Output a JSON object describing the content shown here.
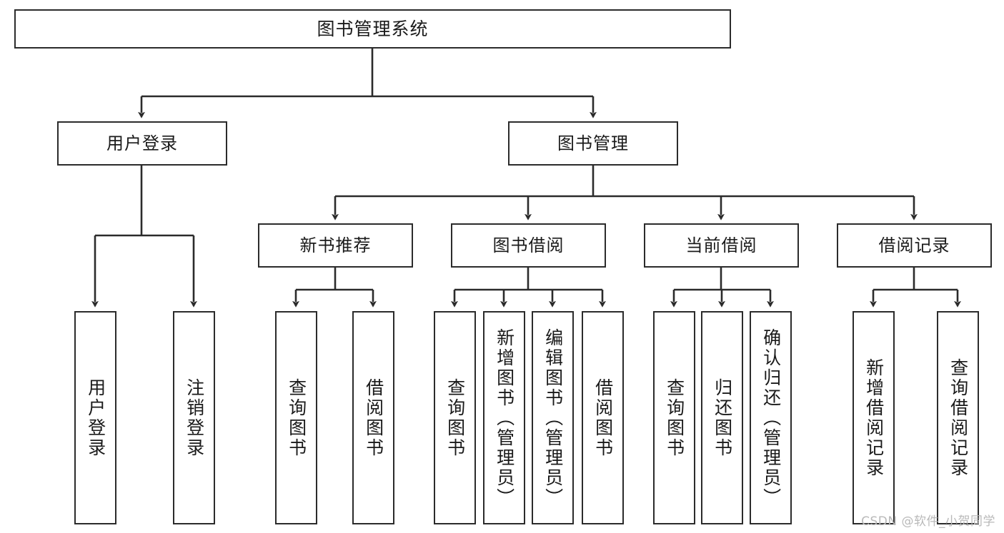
{
  "diagram": {
    "title": "图书管理系统",
    "type": "tree-hierarchy-chart",
    "watermark": "CSDN @软件_小贺同学",
    "colors": {
      "border": "#2b2b2b",
      "background": "#ffffff",
      "text": "#1a1a1a",
      "watermark": "#b9b9b9"
    },
    "root": {
      "label": "图书管理系统"
    },
    "level2": [
      {
        "id": "user-login",
        "label": "用户登录"
      },
      {
        "id": "book-manage",
        "label": "图书管理"
      }
    ],
    "level3": [
      {
        "id": "new-book-recommend",
        "label": "新书推荐"
      },
      {
        "id": "book-borrow",
        "label": "图书借阅"
      },
      {
        "id": "current-borrow",
        "label": "当前借阅"
      },
      {
        "id": "borrow-record",
        "label": "借阅记录"
      }
    ],
    "leaves": {
      "user_login": [
        {
          "id": "leaf-user-login",
          "label": "用户登录"
        },
        {
          "id": "leaf-logout-login",
          "label": "注销登录"
        }
      ],
      "new_book_recommend": [
        {
          "id": "leaf-query-book-1",
          "label": "查询图书"
        },
        {
          "id": "leaf-borrow-book-1",
          "label": "借阅图书"
        }
      ],
      "book_borrow": [
        {
          "id": "leaf-query-book-2",
          "label": "查询图书"
        },
        {
          "id": "leaf-add-book",
          "label": "新增图书（管理员）"
        },
        {
          "id": "leaf-edit-book",
          "label": "编辑图书（管理员）"
        },
        {
          "id": "leaf-borrow-book-2",
          "label": "借阅图书"
        }
      ],
      "current_borrow": [
        {
          "id": "leaf-query-book-3",
          "label": "查询图书"
        },
        {
          "id": "leaf-return-book",
          "label": "归还图书"
        },
        {
          "id": "leaf-confirm-return",
          "label": "确认归还（管理员）"
        }
      ],
      "borrow_record": [
        {
          "id": "leaf-add-record",
          "label": "新增借阅记录"
        },
        {
          "id": "leaf-query-record",
          "label": "查询借阅记录"
        }
      ]
    }
  }
}
